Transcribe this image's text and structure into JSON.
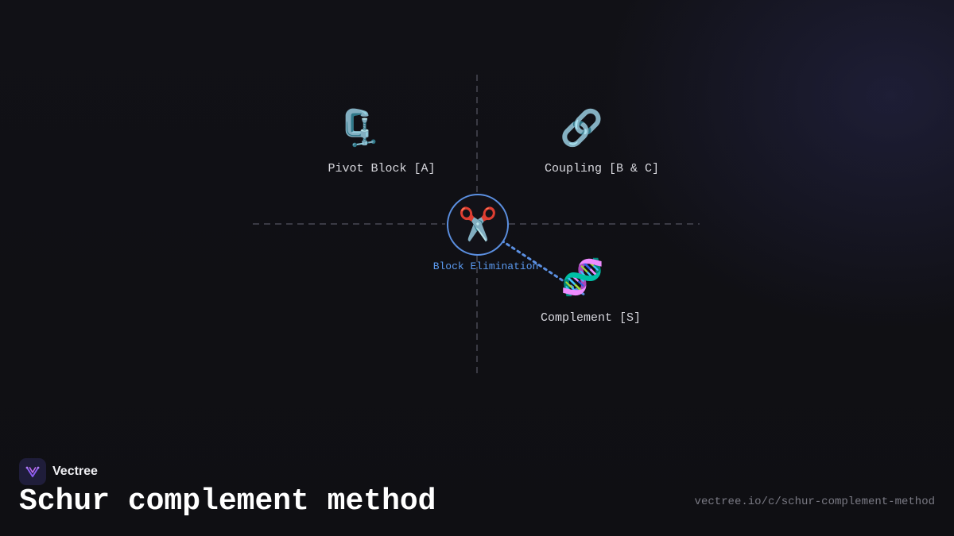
{
  "diagram": {
    "center": {
      "icon": "scissors-icon",
      "glyph": "✂️",
      "label": "Block Elimination"
    },
    "nodes": [
      {
        "icon": "clamp-icon",
        "glyph": "🗜️",
        "label": "Pivot Block [A]"
      },
      {
        "icon": "link-icon",
        "glyph": "🔗",
        "label": "Coupling [B & C]"
      },
      {
        "icon": "dna-icon",
        "glyph": "🧬",
        "label": "Complement [S]"
      }
    ],
    "colors": {
      "accent": "#5b8fe0",
      "axis": "#3a3a44"
    }
  },
  "brand": {
    "name": "Vectree",
    "logo_icon": "vectree-logo-icon"
  },
  "footer": {
    "title": "Schur complement method",
    "url": "vectree.io/c/schur-complement-method"
  }
}
